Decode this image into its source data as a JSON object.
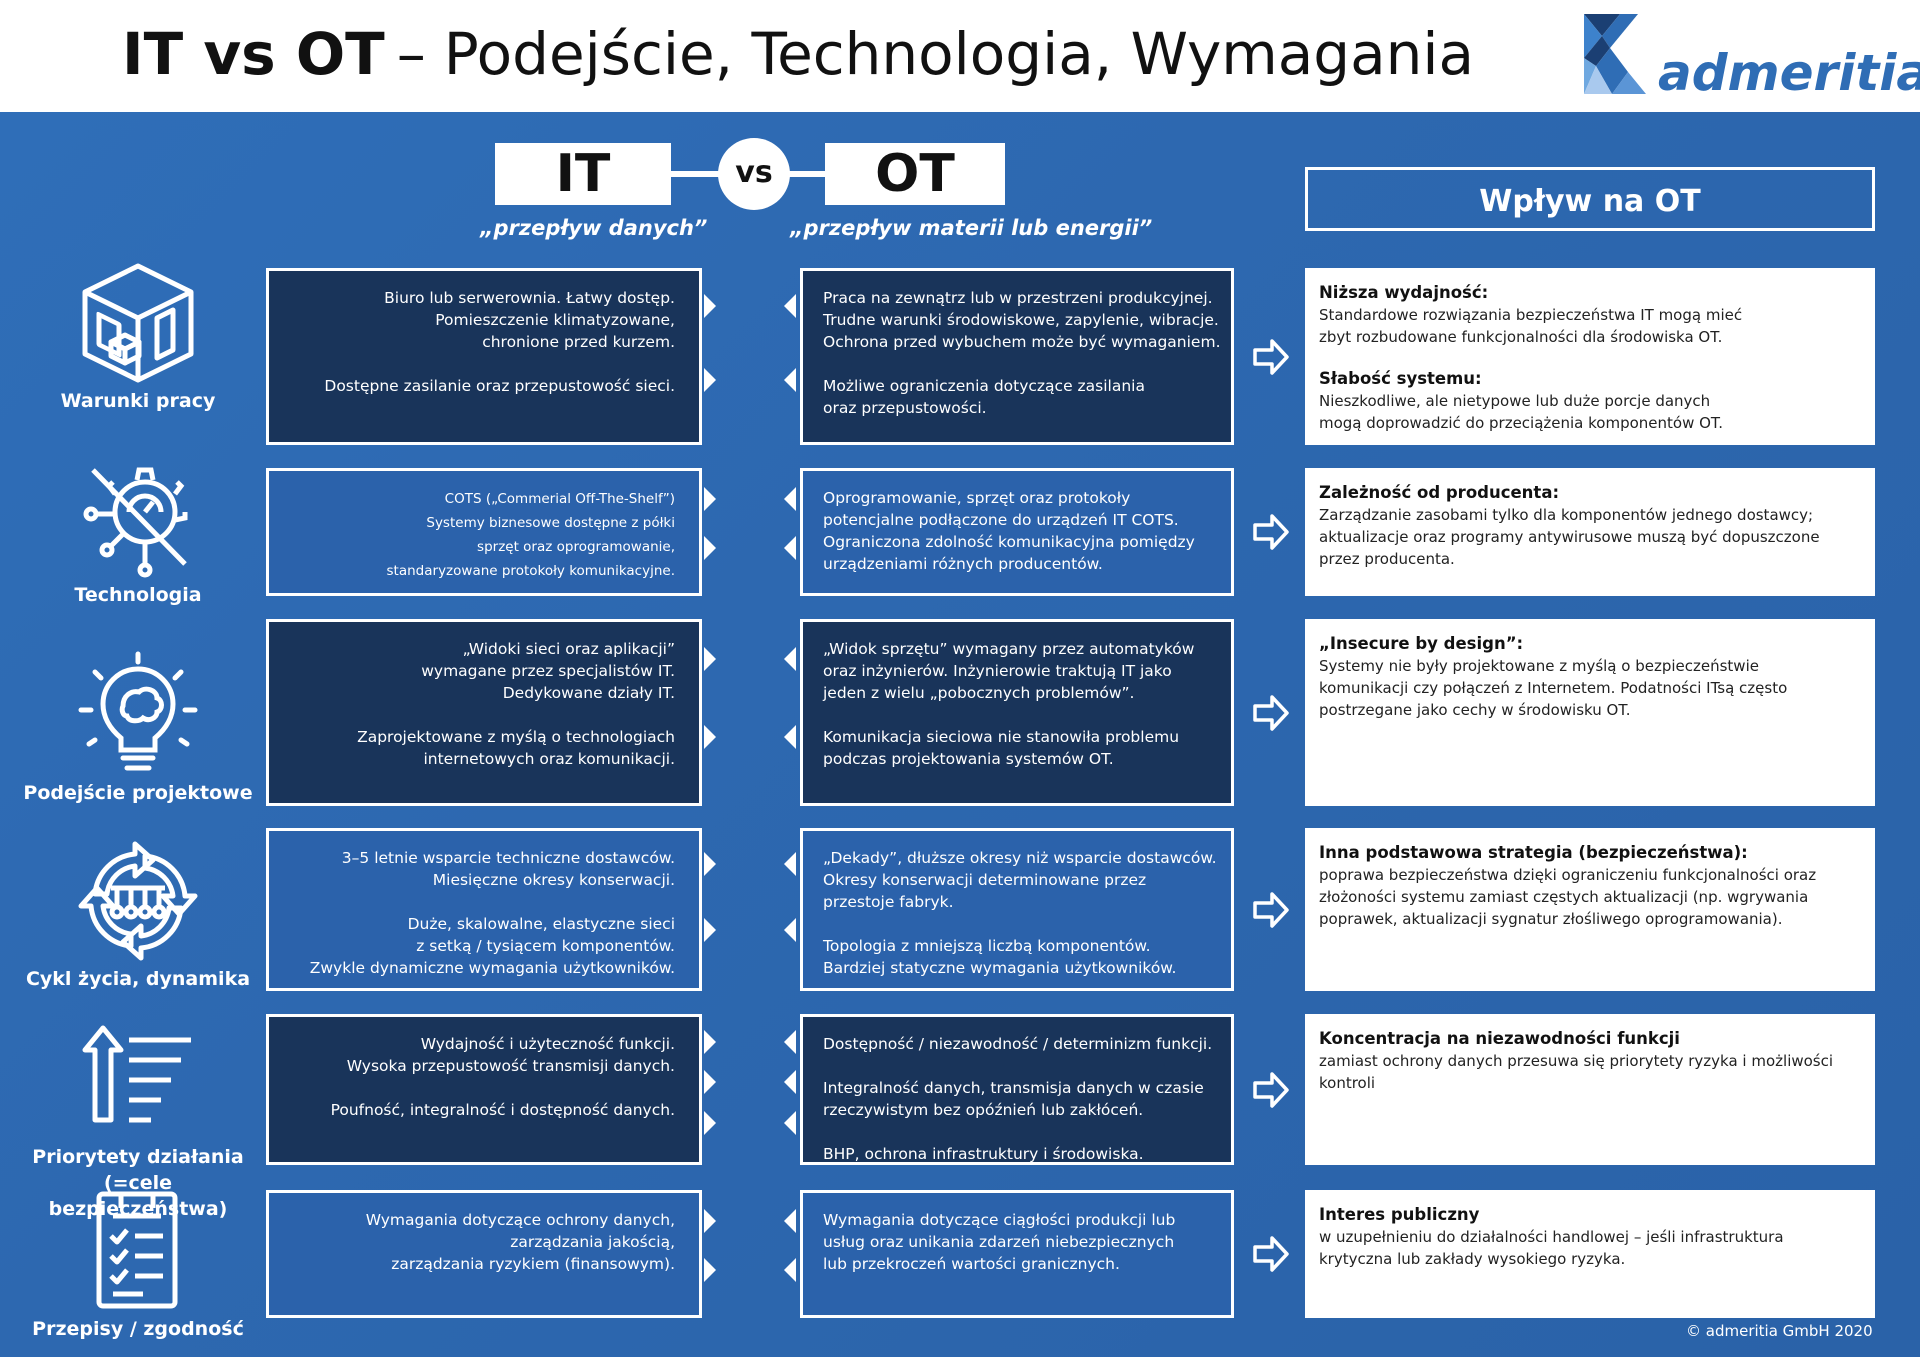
{
  "header": {
    "title_bold": "IT vs OT",
    "title_dash": "–",
    "title_rest": "Podejście, Technologia, Wymagania",
    "logo_text": "admeritia"
  },
  "columns": {
    "it_label": "IT",
    "vs_label": "vs",
    "ot_label": "OT",
    "it_sub": "„przepływ danych”",
    "ot_sub": "„przepływ materii lub energii”",
    "impact_label": "Wpływ na OT"
  },
  "rows": [
    {
      "category": [
        "Warunki pracy"
      ],
      "icon": "room-icon",
      "it": [
        [
          "Biuro lub serwerownia. Łatwy dostęp.",
          "Pomieszczenie klimatyzowane,",
          "chronione przed kurzem."
        ],
        [
          "Dostępne zasilanie oraz przepustowość sieci."
        ]
      ],
      "ot": [
        [
          "Praca na zewnątrz lub w przestrzeni produkcyjnej.",
          "Trudne warunki środowiskowe, zapylenie, wibracje.",
          "Ochrona przed wybuchem może być wymaganiem."
        ],
        [
          "Możliwe ograniczenia dotyczące zasilania",
          "oraz przepustowości."
        ]
      ],
      "impact": [
        {
          "h": "Niższa wydajność:",
          "b": [
            "Standardowe rozwiązania bezpieczeństwa IT mogą mieć",
            "zbyt rozbudowane funkcjonalności dla środowiska OT."
          ]
        },
        {
          "h": "Słabość systemu:",
          "b": [
            "Nieszkodliwe, ale nietypowe lub duże porcje  danych",
            "mogą doprowadzić do przeciążenia komponentów OT."
          ]
        }
      ]
    },
    {
      "category": [
        "Technologia"
      ],
      "icon": "gear-gauge-icon",
      "it": [
        [
          "COTS („Commerial Off-The-Shelf”)",
          "Systemy biznesowe dostępne z półki",
          "sprzęt oraz oprogramowanie,",
          "standaryzowane protokoły komunikacyjne."
        ]
      ],
      "ot": [
        [
          "Oprogramowanie, sprzęt oraz protokoły",
          "potencjalne podłączone do urządzeń IT COTS.",
          "Ograniczona zdolność komunikacyjna pomiędzy",
          "urządzeniami różnych producentów."
        ]
      ],
      "impact": [
        {
          "h": "Zależność od producenta:",
          "b": [
            "Zarządzanie zasobami tylko dla komponentów jednego dostawcy;",
            "aktualizacje oraz programy antywirusowe muszą być dopuszczone",
            "przez producenta."
          ]
        }
      ]
    },
    {
      "category": [
        "Podejście projektowe"
      ],
      "icon": "lightbulb-brain-icon",
      "it": [
        [
          "„Widoki sieci oraz aplikacji”",
          "wymagane przez specjalistów IT.",
          "Dedykowane działy IT."
        ],
        [
          "Zaprojektowane z myślą o technologiach",
          "internetowych oraz komunikacji."
        ]
      ],
      "ot": [
        [
          "„Widok sprzętu” wymagany przez automatyków",
          "oraz inżynierów. Inżynierowie traktują IT jako",
          "jeden z wielu „pobocznych problemów”."
        ],
        [
          "Komunikacja sieciowa nie stanowiła problemu",
          "podczas projektowania systemów OT."
        ]
      ],
      "impact": [
        {
          "h": "„Insecure by design”:",
          "b": [
            "Systemy nie były projektowane z myślą o bezpieczeństwie",
            "komunikacji czy połączeń z Internetem. Podatności ITsą często",
            "postrzegane jako cechy w środowisku OT."
          ]
        }
      ]
    },
    {
      "category": [
        "Cykl życia, dynamika"
      ],
      "icon": "lifecycle-icon",
      "it": [
        [
          "3–5 letnie wsparcie techniczne dostawców.",
          "Miesięczne okresy konserwacji."
        ],
        [
          "Duże, skalowalne, elastyczne sieci",
          "z setką / tysiącem komponentów.",
          "Zwykle dynamiczne wymagania użytkowników."
        ]
      ],
      "ot": [
        [
          "„Dekady”, dłuższe okresy niż wsparcie dostawców.",
          "Okresy konserwacji determinowane przez",
          "przestoje fabryk."
        ],
        [
          "Topologia z mniejszą liczbą komponentów.",
          "Bardziej statyczne wymagania użytkowników."
        ]
      ],
      "impact": [
        {
          "h": "Inna podstawowa strategia (bezpieczeństwa):",
          "b": [
            "poprawa bezpieczeństwa dzięki ograniczeniu funkcjonalności oraz",
            "złożoności systemu zamiast częstych aktualizacji (np. wgrywania",
            "poprawek, aktualizacji sygnatur złośliwego oprogramowania)."
          ]
        }
      ]
    },
    {
      "category": [
        "Priorytety działania",
        "(=cele bezpieczeństwa)"
      ],
      "icon": "priority-arrow-icon",
      "it": [
        [
          "Wydajność i użyteczność funkcji.",
          "Wysoka przepustowość transmisji danych."
        ],
        [
          "Poufność, integralność i dostępność danych."
        ]
      ],
      "ot": [
        [
          "Dostępność / niezawodność / determinizm funkcji."
        ],
        [
          "Integralność danych, transmisja danych w czasie",
          "rzeczywistym bez opóźnień lub zakłóceń."
        ],
        [
          "BHP, ochrona infrastruktury i środowiska."
        ]
      ],
      "impact": [
        {
          "h": "Koncentracja na niezawodności funkcji",
          "b": [
            "zamiast ochrony danych przesuwa się priorytety ryzyka i możliwości",
            "kontroli"
          ]
        }
      ]
    },
    {
      "category": [
        "Przepisy / zgodność"
      ],
      "icon": "checklist-icon",
      "it": [
        [
          "Wymagania dotyczące ochrony danych,",
          "zarządzania jakością,",
          "zarządzania ryzykiem (finansowym)."
        ]
      ],
      "ot": [
        [
          "Wymagania dotyczące ciągłości produkcji lub",
          "usług oraz unikania zdarzeń niebezpiecznych",
          "lub przekroczeń wartości granicznych."
        ]
      ],
      "impact": [
        {
          "h": "Interes publiczny",
          "b": [
            "w uzupełnieniu do działalności handlowej – jeśli infrastruktura",
            "krytyczna lub zakłady wysokiego ryzyka."
          ]
        }
      ]
    }
  ],
  "footer": {
    "copyright": "© admeritia GmbH 2020"
  }
}
